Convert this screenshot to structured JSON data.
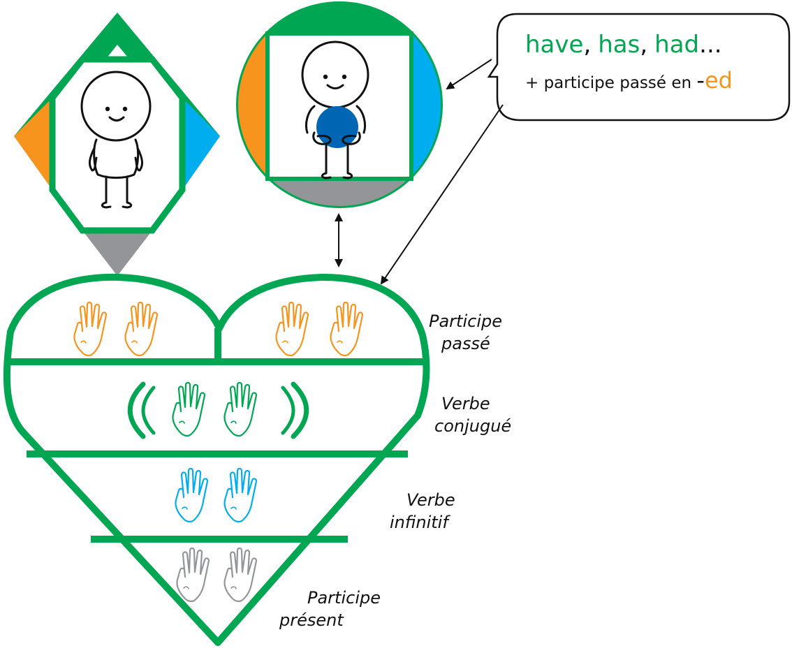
{
  "colors": {
    "green": "#00a651",
    "orange": "#f7941d",
    "blue": "#00aeef",
    "gray": "#939598",
    "dark_blue": "#0066b3",
    "black": "#111111"
  },
  "speech_bubble": {
    "word_have": "have",
    "comma_1": ",",
    "word_has": "has",
    "comma_2": ",",
    "word_had": "had",
    "ellipsis": "...",
    "line2_prefix": "+ participe passé en ",
    "line2_dash": "-",
    "line2_suffix": "ed"
  },
  "rows": [
    {
      "label_line1": "Participe",
      "label_line2": "passé",
      "hand_color": "orange"
    },
    {
      "label_line1": "Verbe",
      "label_line2": "conjugué",
      "hand_color": "green"
    },
    {
      "label_line1": "Verbe",
      "label_line2": "infinitif",
      "hand_color": "blue"
    },
    {
      "label_line1": "Participe",
      "label_line2": "présent",
      "hand_color": "gray"
    }
  ],
  "icons": {
    "figure_standing": "stick-figure-icon",
    "figure_holding_ball": "stick-figure-holding-ball-icon",
    "hand": "hand-outline-icon",
    "arrow": "arrow-icon"
  }
}
